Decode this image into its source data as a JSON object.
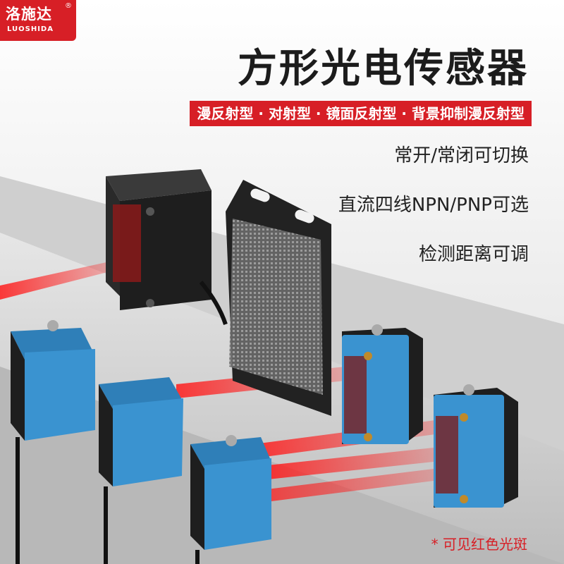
{
  "brand": {
    "name_cn": "洛施达",
    "name_en": "LUOSHIDA",
    "reg": "®"
  },
  "title": "方形光电传感器",
  "types_banner": "漫反射型 · 对射型 · 镜面反射型 · 背景抑制漫反射型",
  "features": [
    "常开/常闭可切换",
    "直流四线NPN/PNP可选",
    "检测距离可调"
  ],
  "note": "* 可见红色光斑",
  "colors": {
    "brand_red": "#d71f26",
    "sensor_blue": "#3a93d0",
    "sensor_black": "#1e1e1e",
    "laser_red": "#e02020"
  },
  "icons": [
    "reflector-plate-icon",
    "sensor-black-icon",
    "sensor-blue-icon",
    "laser-beam-icon"
  ]
}
